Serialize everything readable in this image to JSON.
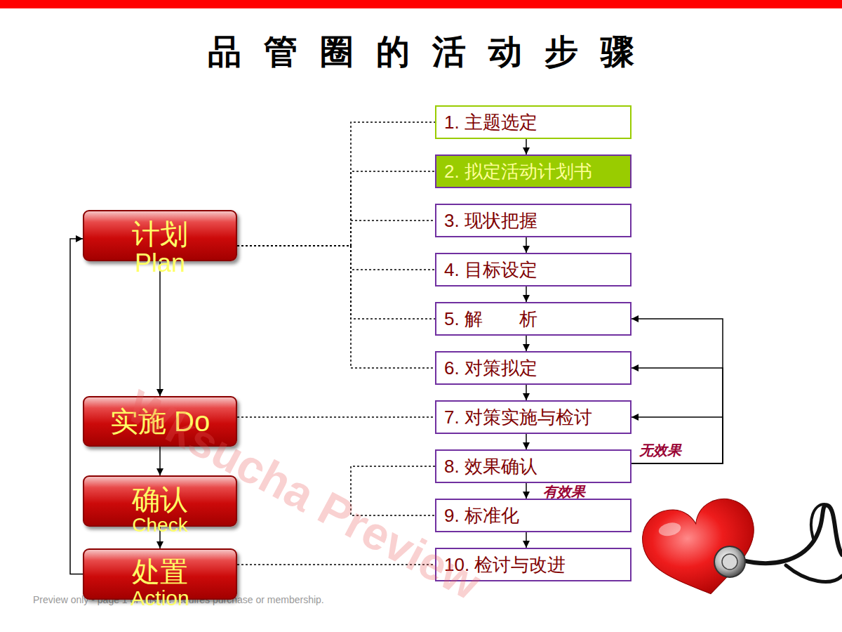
{
  "diagram": {
    "title": "品管圈的活动步骤",
    "nodes": [
      {
        "text": [
          "计划",
          "Plan"
        ]
      },
      {
        "text": [
          "实施 Do"
        ]
      },
      {
        "text": [
          "确认",
          "Check"
        ]
      },
      {
        "text": [
          "处置",
          "Action"
        ]
      },
      {
        "text": [
          "1. 主题选定"
        ]
      },
      {
        "text": [
          "2. 拟定活动计划书"
        ]
      },
      {
        "text": [
          "3. 现状把握"
        ]
      },
      {
        "text": [
          "4. 目标设定"
        ]
      },
      {
        "text": [
          "5. 解　　析"
        ]
      },
      {
        "text": [
          "6. 对策拟定"
        ]
      },
      {
        "text": [
          "7. 对策实施与检讨"
        ]
      },
      {
        "text": [
          "8. 效果确认"
        ]
      },
      {
        "text": [
          "9. 标准化"
        ]
      },
      {
        "text": [
          "10. 检讨与改进"
        ]
      }
    ],
    "edges": [
      {
        "from": 0,
        "to": 1,
        "arrow": "to"
      },
      {
        "from": 1,
        "to": 2,
        "arrow": "to"
      },
      {
        "from": 2,
        "to": 3,
        "arrow": "to"
      },
      {
        "from": 3,
        "to": 0,
        "arrow": "to"
      },
      {
        "from": 0,
        "to": 4,
        "arrow": "none"
      },
      {
        "from": 0,
        "to": 5,
        "arrow": "none"
      },
      {
        "from": 0,
        "to": 6,
        "arrow": "none"
      },
      {
        "from": 0,
        "to": 7,
        "arrow": "none"
      },
      {
        "from": 0,
        "to": 8,
        "arrow": "none"
      },
      {
        "from": 0,
        "to": 9,
        "arrow": "none"
      },
      {
        "from": 1,
        "to": 10,
        "arrow": "none"
      },
      {
        "from": 3,
        "to": 13,
        "arrow": "none"
      },
      {
        "from": 4,
        "to": 5,
        "arrow": "to"
      },
      {
        "from": 6,
        "to": 7,
        "arrow": "to"
      },
      {
        "from": 7,
        "to": 8,
        "arrow": "to"
      },
      {
        "from": 8,
        "to": 9,
        "arrow": "to"
      },
      {
        "from": 9,
        "to": 10,
        "arrow": "to"
      },
      {
        "from": 10,
        "to": 11,
        "arrow": "to"
      },
      {
        "from": 11,
        "to": 12,
        "arrow": "to",
        "label": "有效果"
      },
      {
        "from": 12,
        "to": 13,
        "arrow": "to"
      },
      {
        "from": 11,
        "to": 10,
        "arrow": "to",
        "label": "无效果"
      },
      {
        "from": 11,
        "to": 9,
        "arrow": "to"
      },
      {
        "from": 11,
        "to": 8,
        "arrow": "to"
      },
      {
        "from": 11,
        "to": 12,
        "arrow": "none"
      }
    ],
    "labels": [
      "Wksucha Preview",
      "Preview only - page 1 of this file requires purchase or membership."
    ]
  }
}
